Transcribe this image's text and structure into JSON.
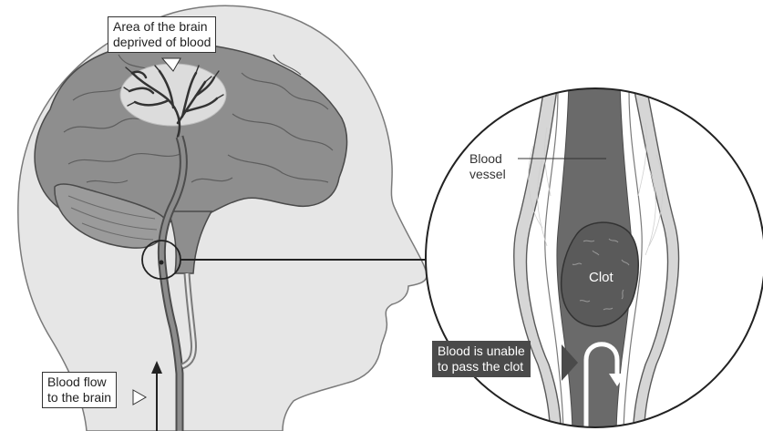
{
  "diagram": {
    "labels": {
      "brain_area": "Area of the brain\ndeprived of blood",
      "blood_vessel": "Blood\nvessel",
      "clot": "Clot",
      "blocked_flow": "Blood is unable\nto pass the clot",
      "blood_flow": "Blood flow\nto the brain"
    },
    "colors": {
      "head_fill": "#e6e6e6",
      "brain_fill": "#8e8e8e",
      "highlight_fill": "#dcdcdc",
      "vessel_fill": "#6a6a6a",
      "clot_fill": "#5a5a5a",
      "callout_dark": "#4a4a4a"
    }
  }
}
